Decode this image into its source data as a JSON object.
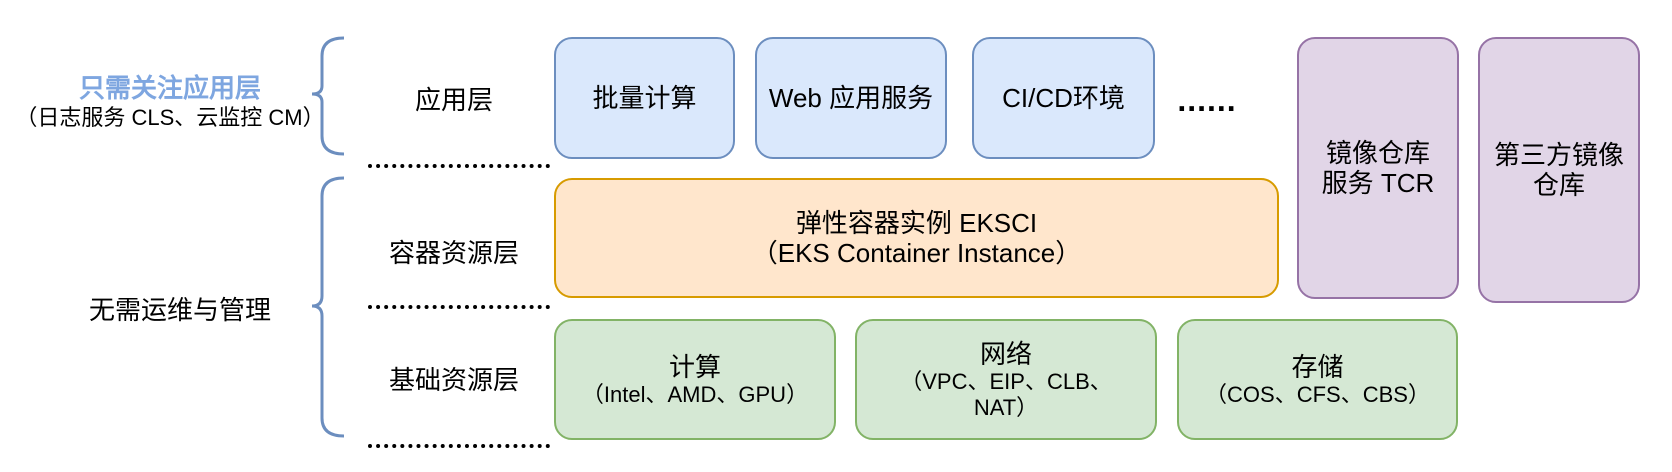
{
  "left_labels": {
    "top_title": "只需关注应用层",
    "top_sub": "（日志服务 CLS、云监控 CM）",
    "bottom": "无需运维与管理"
  },
  "layers": {
    "app": "应用层",
    "container": "容器资源层",
    "infra": "基础资源层"
  },
  "app_boxes": {
    "batch": "批量计算",
    "web": "Web 应用服务",
    "cicd": "CI/CD环境",
    "more": "......"
  },
  "container_box": {
    "line1": "弹性容器实例 EKSCI",
    "line2": "（EKS Container Instance）"
  },
  "infra_boxes": {
    "compute_title": "计算",
    "compute_sub": "（Intel、AMD、GPU）",
    "network_title": "网络",
    "network_sub1": "（VPC、EIP、CLB、",
    "network_sub2": "NAT）",
    "storage_title": "存储",
    "storage_sub": "（COS、CFS、CBS）"
  },
  "registry_boxes": {
    "tcr_line1": "镜像仓库",
    "tcr_line2": "服务 TCR",
    "third_line1": "第三方镜像",
    "third_line2": "仓库"
  },
  "colors": {
    "blue_fill": "#dae8fc",
    "blue_stroke": "#6c8ebf",
    "orange_fill": "#ffe6cc",
    "orange_stroke": "#d79b00",
    "green_fill": "#d5e8d4",
    "green_stroke": "#82b366",
    "purple_fill": "#e1d5e7",
    "purple_stroke": "#9673a6",
    "accent_text": "#7ea6e0"
  }
}
